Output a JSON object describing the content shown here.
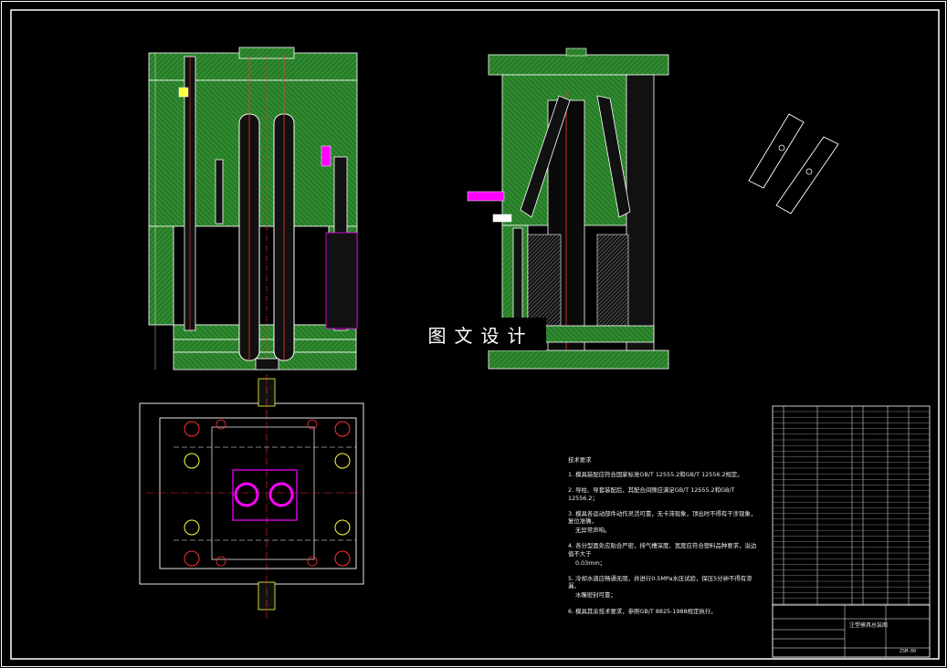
{
  "watermark": {
    "text": "图文设计"
  },
  "tech_notes": {
    "title": "技术要求",
    "lines": [
      "1. 模具装配应符合国家标准GB/T 12555.2和GB/T 12556.2规定。",
      "2. 导柱、导套装配后，其配合间隙应满足GB/T 12555.2和GB/T 12556.2；",
      "3. 模具各运动部件动作灵活可靠，无卡滞现象，顶出时不得有干涉现象，复位准确，",
      "   无异常声响。",
      "4. 各分型面处应贴合严密，排气槽深度、宽度应符合塑料品种要求，溢边值不大于",
      "   0.03mm；",
      "5. 冷却水道应畅通无阻，并进行0.5MPa水压试验，保压5分钟不得有渗漏，",
      "   水嘴密封可靠；",
      "6. 模具其余技术要求，参照GB/T 8825-1988规定执行。"
    ]
  },
  "title_block": {
    "drawing_title": "注塑模具总装图",
    "drawing_no": "ZSM-00"
  },
  "colors": {
    "plate_fill": "#2f8a2f",
    "outline": "#ffffff",
    "red_line": "#ff3030",
    "magenta": "#ff00ff",
    "yellow": "#ffff40",
    "cyan": "#40e0ff"
  }
}
